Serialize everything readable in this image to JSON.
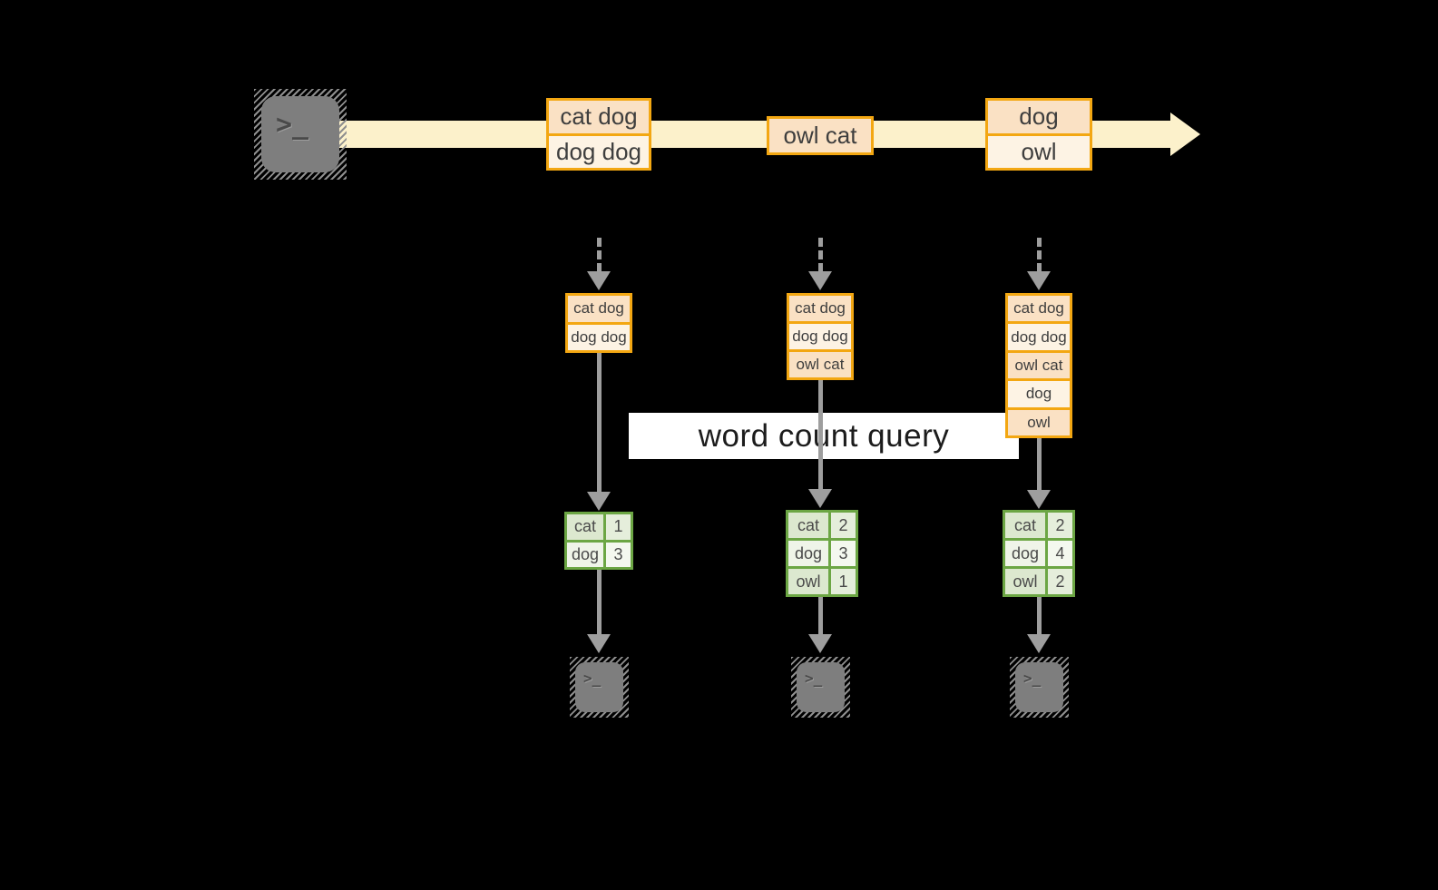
{
  "diagram": {
    "description_label": "word count query",
    "query_label": "word count query"
  },
  "colors": {
    "background": "#000000",
    "stream_band": "#FCF1CB",
    "record_border": "#F3A712",
    "record_fill_dark": "#FAE1C4",
    "record_fill_light": "#FDF3E4",
    "table_border": "#6CA644",
    "table_fill_dark": "#DCE8CF",
    "table_fill_light": "#EFF4E8",
    "arrow_gray": "#9E9E9E",
    "terminal_gray": "#7E7E7E",
    "query_banner_bg": "#FFFFFF"
  },
  "icons": {
    "terminal_glyph": ">_"
  },
  "stream_batches": [
    {
      "rows": [
        "cat dog",
        "dog dog"
      ]
    },
    {
      "rows": [
        "owl cat"
      ]
    },
    {
      "rows": [
        "dog",
        "owl"
      ]
    }
  ],
  "pipelines": [
    {
      "state": [
        "cat dog",
        "dog dog"
      ],
      "counts": [
        [
          "cat",
          "1"
        ],
        [
          "dog",
          "3"
        ]
      ]
    },
    {
      "state": [
        "cat dog",
        "dog dog",
        "owl cat"
      ],
      "counts": [
        [
          "cat",
          "2"
        ],
        [
          "dog",
          "3"
        ],
        [
          "owl",
          "1"
        ]
      ]
    },
    {
      "state": [
        "cat dog",
        "dog dog",
        "owl cat",
        "dog",
        "owl"
      ],
      "counts": [
        [
          "cat",
          "2"
        ],
        [
          "dog",
          "4"
        ],
        [
          "owl",
          "2"
        ]
      ]
    }
  ]
}
